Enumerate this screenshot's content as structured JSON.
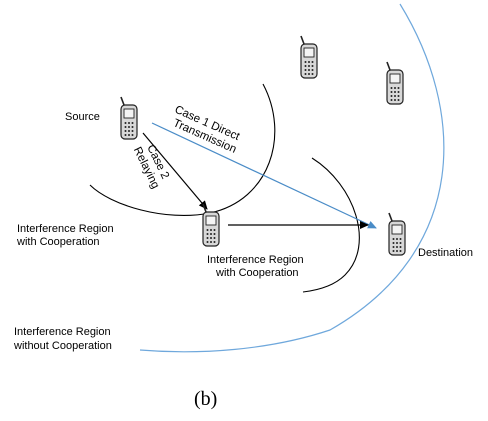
{
  "nodes": {
    "source": "Source",
    "destination": "Destination"
  },
  "labels": {
    "case1_line1": "Case 1 Direct",
    "case1_line2": "Transmission",
    "case2_line1": "Case 2",
    "case2_line2": "Relaying",
    "region_coop_a_line1": "Interference Region",
    "region_coop_a_line2": "with Cooperation",
    "region_coop_b_line1": "Interference Region",
    "region_coop_b_line2": "with Cooperation",
    "region_nocoop_line1": "Interference Region",
    "region_nocoop_line2": "without Cooperation"
  },
  "caption": "(b)",
  "colors": {
    "direct_link": "#4a8cc7",
    "outer_region": "#6fa8dc",
    "arrows": "#000000",
    "phone_body": "#d8d8d8"
  },
  "icons": [
    "source-phone-icon",
    "relay-phone-icon",
    "destination-phone-icon",
    "bystander-phone-icon",
    "bystander-phone-icon"
  ]
}
